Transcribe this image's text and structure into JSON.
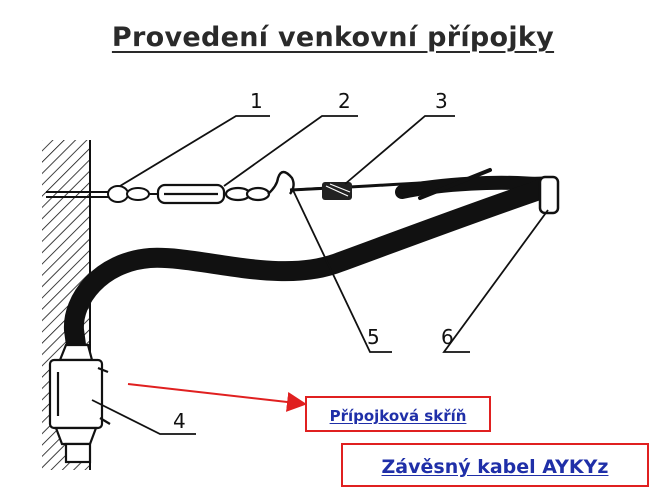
{
  "title": "Provedení venkovní přípojky",
  "labels": {
    "n1": "1",
    "n2": "2",
    "n3": "3",
    "n4": "4",
    "n5": "5",
    "n6": "6"
  },
  "callouts": {
    "box": "Přípojková skříň",
    "cable": "Závěsný kabel AYKYz"
  },
  "colors": {
    "title": "#2a2a2a",
    "callout_text": "#1f2fa8",
    "callout_border": "#e02020",
    "arrow": "#e02020",
    "drawing": "#111111"
  }
}
